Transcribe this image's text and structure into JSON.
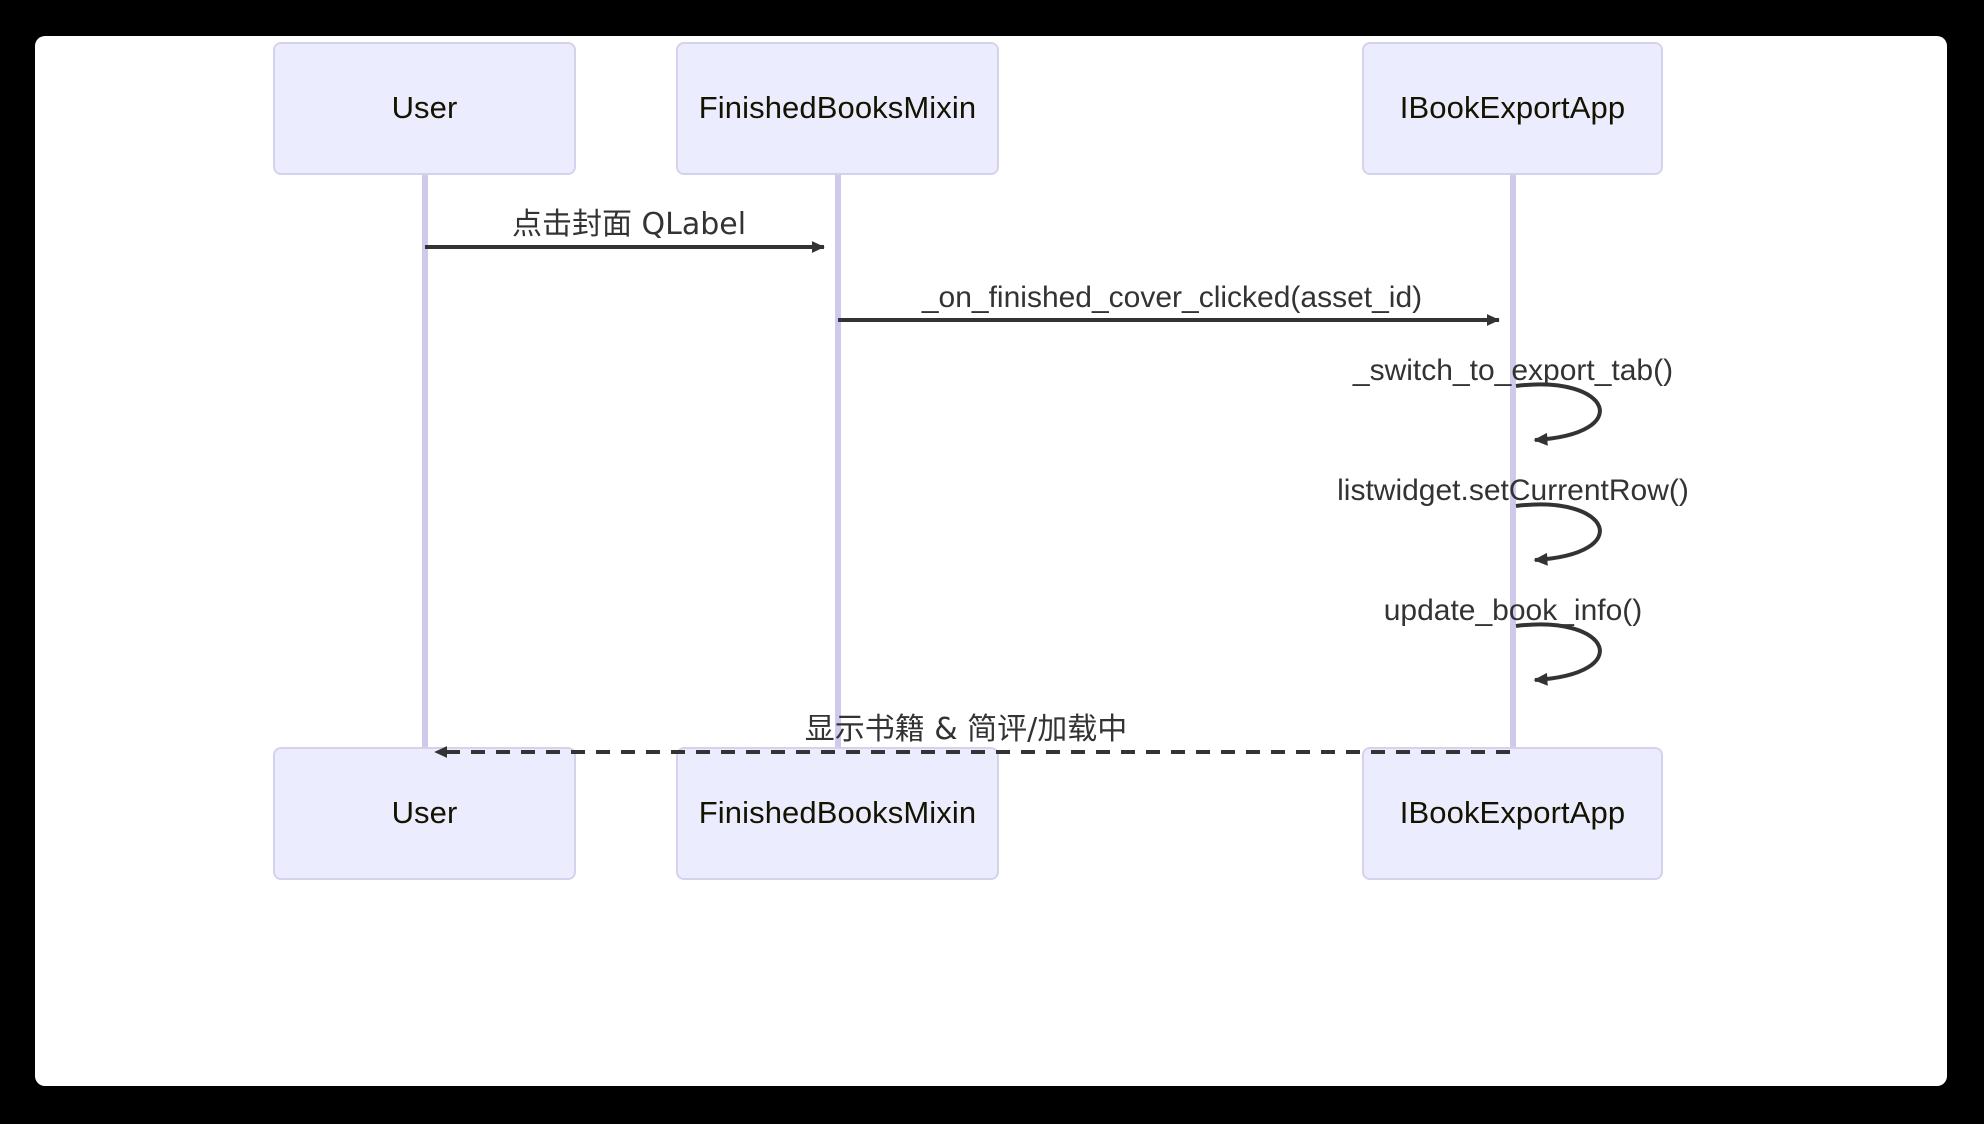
{
  "diagram": {
    "type": "sequence-diagram",
    "background_color": "#000000",
    "canvas_color": "#ffffff",
    "actor_fill": "#ECECFF",
    "actor_stroke": "#D6D2EC",
    "lifeline_color": "#CFC9EC",
    "line_color": "#333333",
    "text_color": "#333333",
    "participants": [
      {
        "id": "user",
        "label": "User"
      },
      {
        "id": "mixin",
        "label": "FinishedBooksMixin"
      },
      {
        "id": "app",
        "label": "IBookExportApp"
      }
    ],
    "participants_bottom": [
      {
        "id": "user",
        "label": "User"
      },
      {
        "id": "mixin",
        "label": "FinishedBooksMixin"
      },
      {
        "id": "app",
        "label": "IBookExportApp"
      }
    ],
    "messages": [
      {
        "index": 1,
        "from": "user",
        "to": "mixin",
        "label": "点击封面 QLabel",
        "kind": "solid-arrow",
        "direction": "right"
      },
      {
        "index": 2,
        "from": "mixin",
        "to": "app",
        "label": "_on_finished_cover_clicked(asset_id)",
        "kind": "solid-arrow",
        "direction": "right"
      },
      {
        "index": 3,
        "from": "app",
        "to": "app",
        "label": "_switch_to_export_tab()",
        "kind": "self-loop",
        "direction": "self"
      },
      {
        "index": 4,
        "from": "app",
        "to": "app",
        "label": "listwidget.setCurrentRow()",
        "kind": "self-loop",
        "direction": "self"
      },
      {
        "index": 5,
        "from": "app",
        "to": "app",
        "label": "update_book_info()",
        "kind": "self-loop",
        "direction": "self"
      },
      {
        "index": 6,
        "from": "app",
        "to": "user",
        "label": "显示书籍 & 简评/加载中",
        "kind": "dashed-arrow",
        "direction": "left"
      }
    ]
  }
}
